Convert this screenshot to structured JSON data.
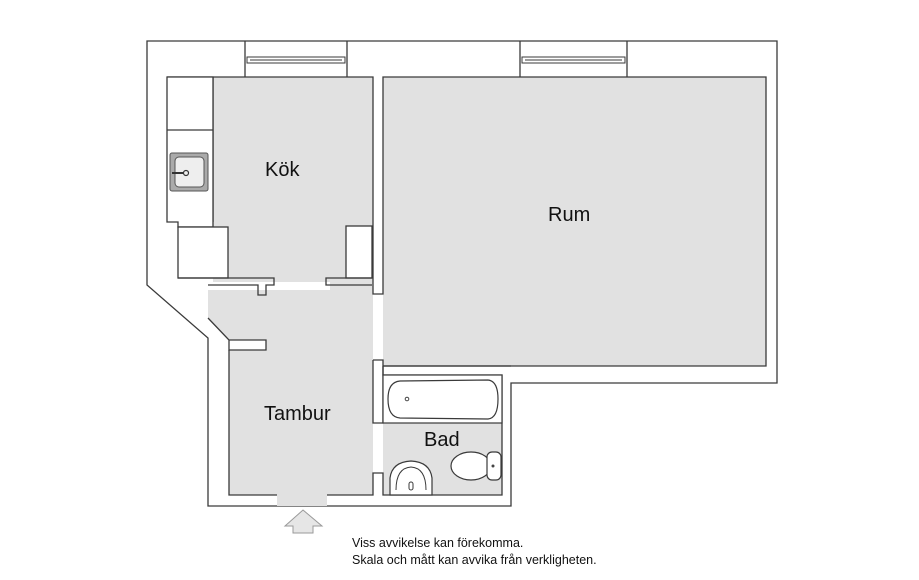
{
  "rooms": {
    "kitchen": "Kök",
    "living_room": "Rum",
    "hallway": "Tambur",
    "bathroom": "Bad"
  },
  "disclaimer": {
    "line1": "Viss avvikelse kan förekomma.",
    "line2": "Skala och mått kan avvika från verkligheten."
  },
  "icons": [
    "entrance-arrow-icon",
    "sink-icon",
    "bathtub-icon",
    "toilet-icon",
    "washbasin-icon",
    "window-icon"
  ]
}
